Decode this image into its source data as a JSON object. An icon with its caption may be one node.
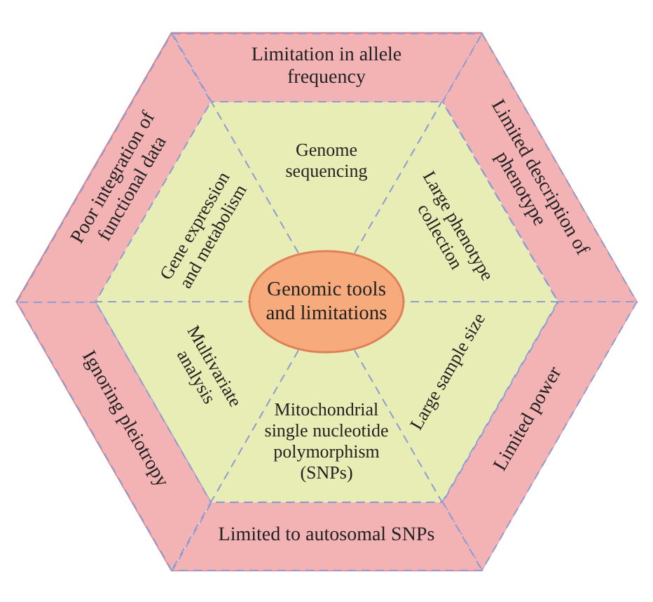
{
  "diagram": {
    "nodes": [
      {
        "text": [
          "Genomic tools and limitations"
        ]
      },
      {
        "text": [
          "Genome sequencing"
        ]
      },
      {
        "text": [
          "Large phenotype collection"
        ]
      },
      {
        "text": [
          "Large sample size"
        ]
      },
      {
        "text": [
          "Mitochondrial single nucleotide polymorphism (SNPs)"
        ]
      },
      {
        "text": [
          "Multivariate analysis"
        ]
      },
      {
        "text": [
          "Gene expression and metabolism"
        ]
      },
      {
        "text": [
          "Limitation in allele frequency"
        ]
      },
      {
        "text": [
          "Limited description of phenotype"
        ]
      },
      {
        "text": [
          "Limited power"
        ]
      },
      {
        "text": [
          "Limited to autosomal SNPs"
        ]
      },
      {
        "text": [
          "Ignoring pleiotropy"
        ]
      },
      {
        "text": [
          "Poor integration of functional data"
        ]
      }
    ],
    "edges": []
  }
}
